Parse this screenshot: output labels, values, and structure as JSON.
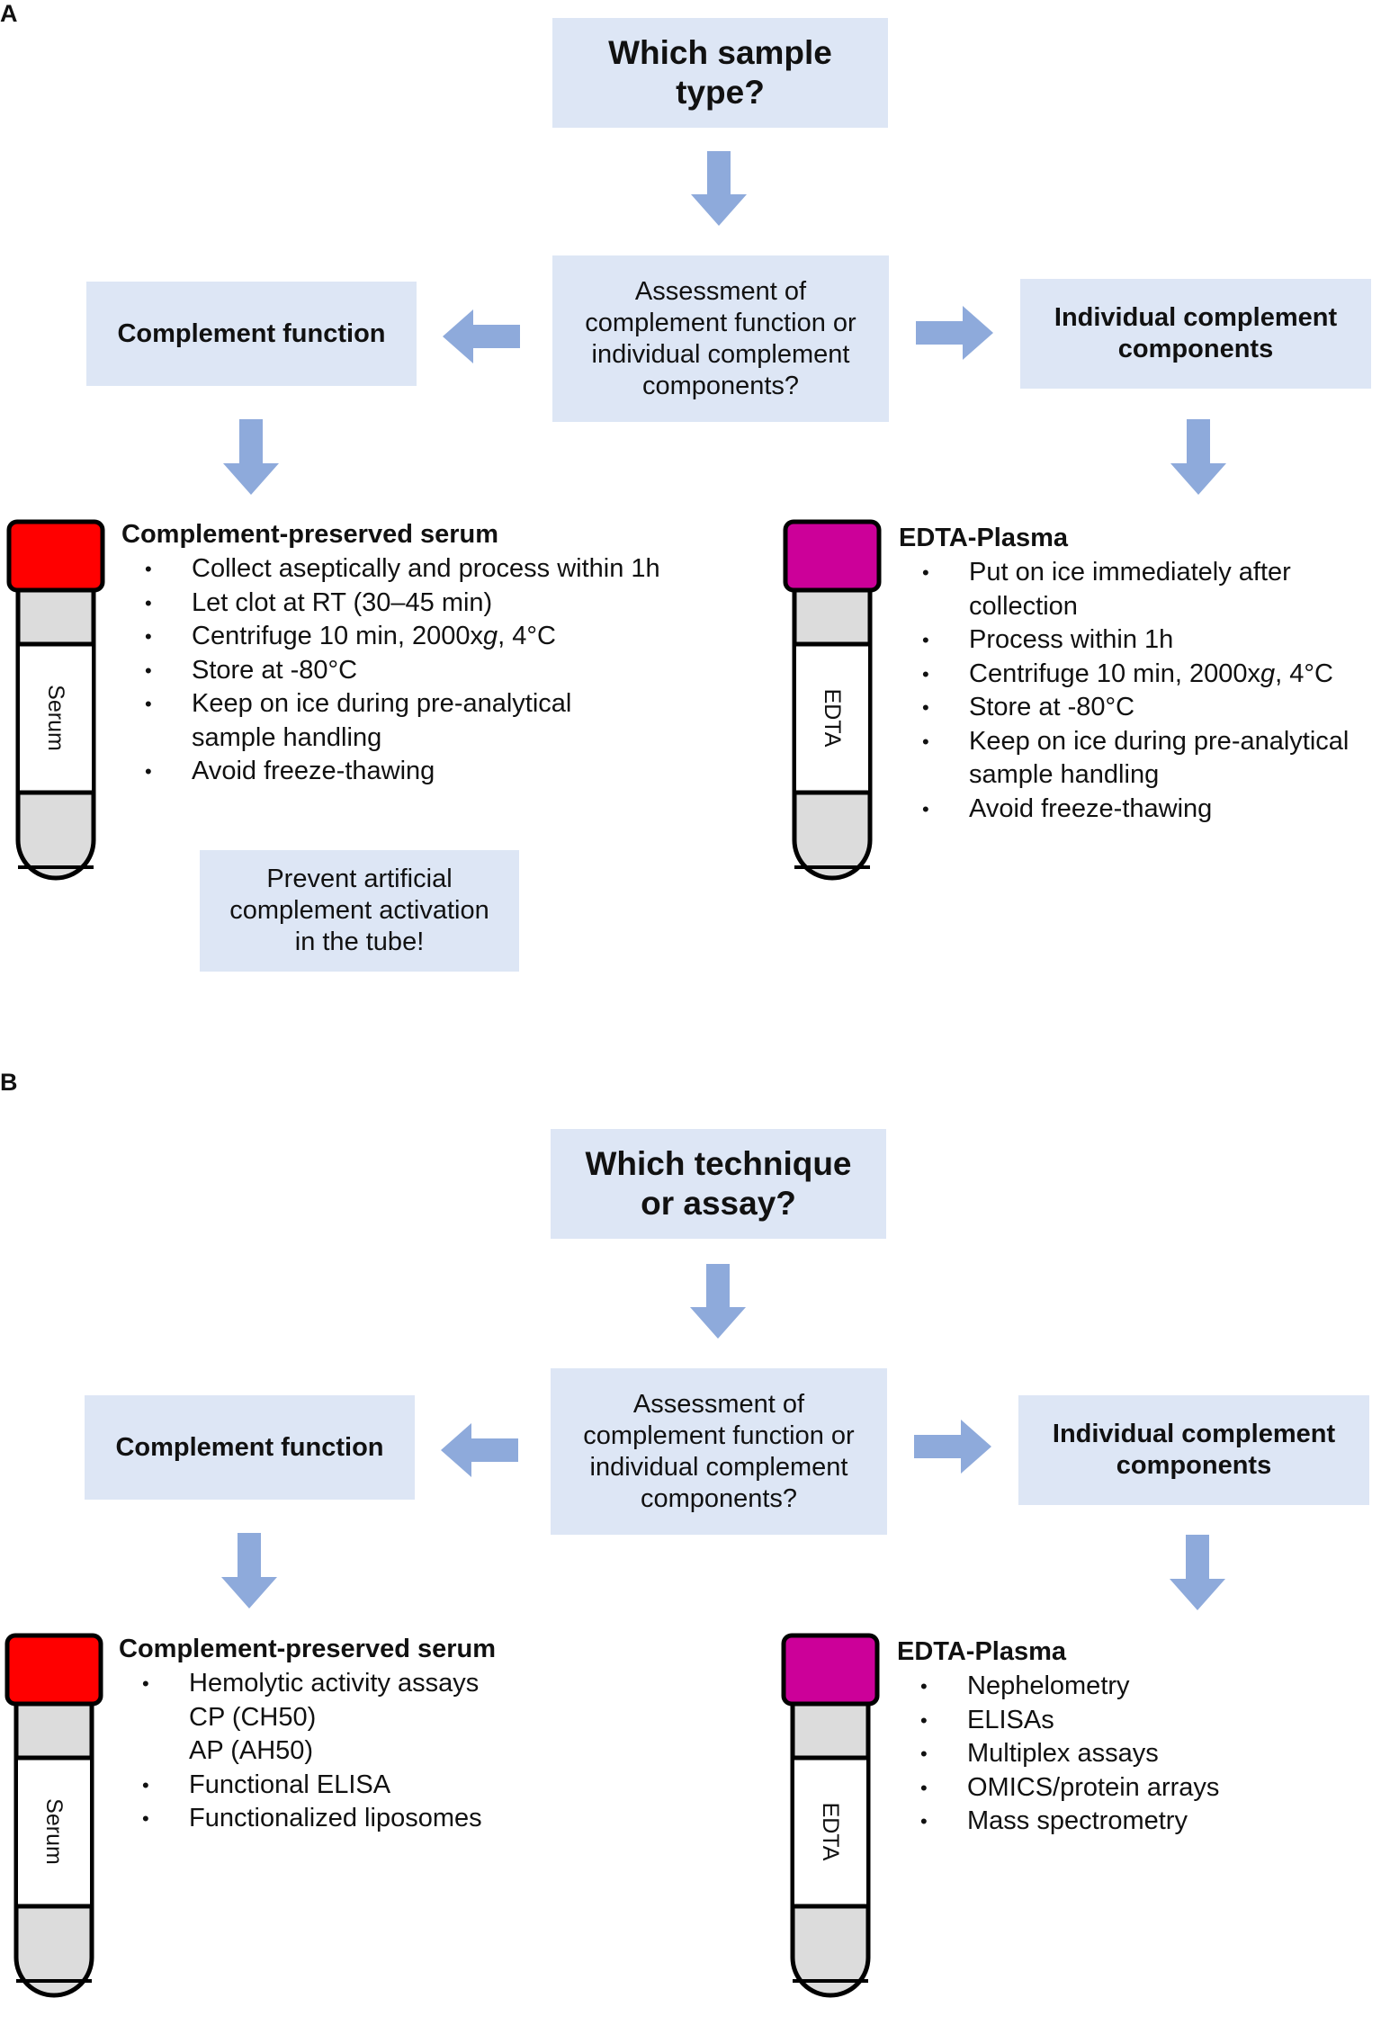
{
  "colors": {
    "box_fill": "#dde6f5",
    "arrow": "#8eaadb",
    "serum_cap": "#ff0000",
    "edta_cap": "#cc0099",
    "tube_fill": "#dcdcdc"
  },
  "panel_a": {
    "label": "A",
    "question_lines": [
      "Which sample",
      "type?"
    ],
    "assessment_lines": [
      "Assessment of",
      "complement function or",
      "individual complement",
      "components?"
    ],
    "left_box": "Complement function",
    "right_box_lines": [
      "Individual complement",
      "components"
    ],
    "serum": {
      "tube_label": "Serum",
      "title": "Complement-preserved serum",
      "items": [
        {
          "bullet": true,
          "lines": [
            "Collect aseptically and process within 1h"
          ]
        },
        {
          "bullet": true,
          "lines": [
            "Let clot at RT (30–45 min)"
          ]
        },
        {
          "bullet": true,
          "parts": [
            "Centrifuge 10 min, 2000x",
            "g",
            ", 4°C"
          ]
        },
        {
          "bullet": true,
          "lines": [
            "Store at -80°C"
          ]
        },
        {
          "bullet": true,
          "lines": [
            "Keep on ice during pre-analytical",
            "sample handling"
          ]
        },
        {
          "bullet": true,
          "lines": [
            "Avoid freeze-thawing"
          ]
        }
      ]
    },
    "note_lines": [
      "Prevent artificial",
      "complement activation",
      "in the tube!"
    ],
    "edta": {
      "tube_label": "EDTA",
      "title": "EDTA-Plasma",
      "items": [
        {
          "bullet": true,
          "lines": [
            "Put on ice immediately after",
            "collection"
          ]
        },
        {
          "bullet": true,
          "lines": [
            "Process within 1h"
          ]
        },
        {
          "bullet": true,
          "parts": [
            "Centrifuge 10 min, 2000x",
            "g",
            ", 4°C"
          ]
        },
        {
          "bullet": true,
          "lines": [
            "Store at -80°C"
          ]
        },
        {
          "bullet": true,
          "lines": [
            "Keep on ice during pre-analytical",
            "sample handling"
          ]
        },
        {
          "bullet": true,
          "lines": [
            "Avoid freeze-thawing"
          ]
        }
      ]
    }
  },
  "panel_b": {
    "label": "B",
    "question_lines": [
      "Which technique",
      "or assay?"
    ],
    "assessment_lines": [
      "Assessment of",
      "complement function or",
      "individual complement",
      "components?"
    ],
    "left_box": "Complement function",
    "right_box_lines": [
      "Individual complement",
      "components"
    ],
    "serum": {
      "tube_label": "Serum",
      "title": "Complement-preserved serum",
      "items": [
        {
          "bullet": true,
          "lines": [
            "Hemolytic activity assays"
          ]
        },
        {
          "bullet": false,
          "lines": [
            "CP (CH50)"
          ]
        },
        {
          "bullet": false,
          "lines": [
            "AP (AH50)"
          ]
        },
        {
          "bullet": true,
          "lines": [
            "Functional ELISA"
          ]
        },
        {
          "bullet": true,
          "lines": [
            "Functionalized liposomes"
          ]
        }
      ]
    },
    "edta": {
      "tube_label": "EDTA",
      "title": "EDTA-Plasma",
      "items": [
        {
          "bullet": true,
          "lines": [
            "Nephelometry"
          ]
        },
        {
          "bullet": true,
          "lines": [
            "ELISAs"
          ]
        },
        {
          "bullet": true,
          "lines": [
            "Multiplex assays"
          ]
        },
        {
          "bullet": true,
          "lines": [
            "OMICS/protein arrays"
          ]
        },
        {
          "bullet": true,
          "lines": [
            "Mass spectrometry"
          ]
        }
      ]
    }
  }
}
